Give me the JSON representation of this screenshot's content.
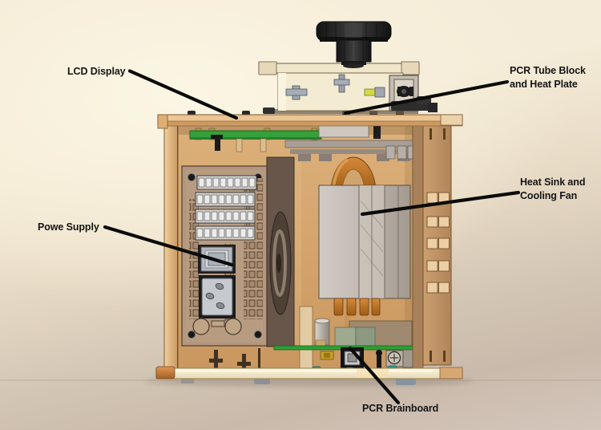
{
  "callouts": {
    "lcd_display": {
      "label": "LCD Display"
    },
    "pcr_tube_block": {
      "line1": "PCR Tube Block",
      "line2": "and Heat Plate"
    },
    "heat_sink": {
      "line1": "Heat Sink and",
      "line2": "Cooling Fan"
    },
    "power_supply": {
      "label": "Powe Supply"
    },
    "pcr_brainboard": {
      "label": "PCR Brainboard"
    }
  },
  "colors": {
    "annotation_text": "#151515",
    "annotation_line": "#0b0b0b",
    "background_top": "#f7efdc",
    "background_bottom": "#cabcae",
    "wood_light": "#d9a96f",
    "wood_side_panel": "#c0955f",
    "pcb_green": "#2f9e35",
    "heatsink_gray": "#b7aea6",
    "copper": "#c27a2c",
    "knob_black": "#1f1f1f",
    "base_cream": "#f3e9ce"
  }
}
